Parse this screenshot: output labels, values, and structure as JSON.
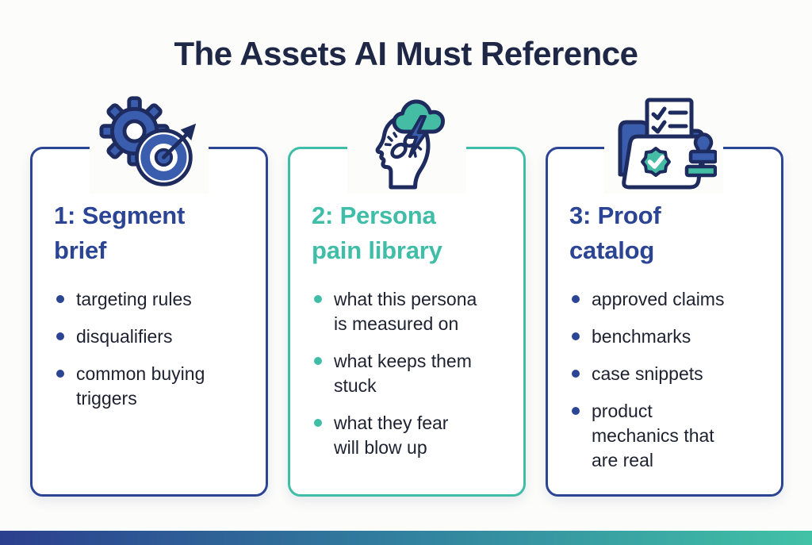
{
  "theme": {
    "page-bg": "#fcfcfa",
    "title-color": "#1e2745",
    "blue": "#2b4494",
    "teal": "#3fbda6",
    "body-text": "#1d2130",
    "icon-blue": "#3a5dad",
    "icon-navy": "#1d2b5e",
    "icon-teal": "#45bda4",
    "bar-left": "#2b3f8e",
    "bar-mid": "#31819f",
    "bar-right": "#41c2a6"
  },
  "title": "The Assets AI Must Reference",
  "cards": [
    {
      "heading": "1: Segment\nbrief",
      "accent": "#2b4494",
      "icon": "gear-target-icon",
      "bullets": [
        "targeting rules",
        "disqualifiers",
        "common buying\ntriggers"
      ]
    },
    {
      "heading": "2: Persona\npain library",
      "accent": "#3fbda6",
      "icon": "head-lightning-icon",
      "bullets": [
        "what this persona\nis measured on",
        "what keeps them\nstuck",
        "what they fear\nwill blow up"
      ]
    },
    {
      "heading": "3: Proof\ncatalog",
      "accent": "#2b4494",
      "icon": "folder-stamp-icon",
      "bullets": [
        "approved claims",
        "benchmarks",
        "case snippets",
        "product\nmechanics that\nare real"
      ]
    }
  ]
}
